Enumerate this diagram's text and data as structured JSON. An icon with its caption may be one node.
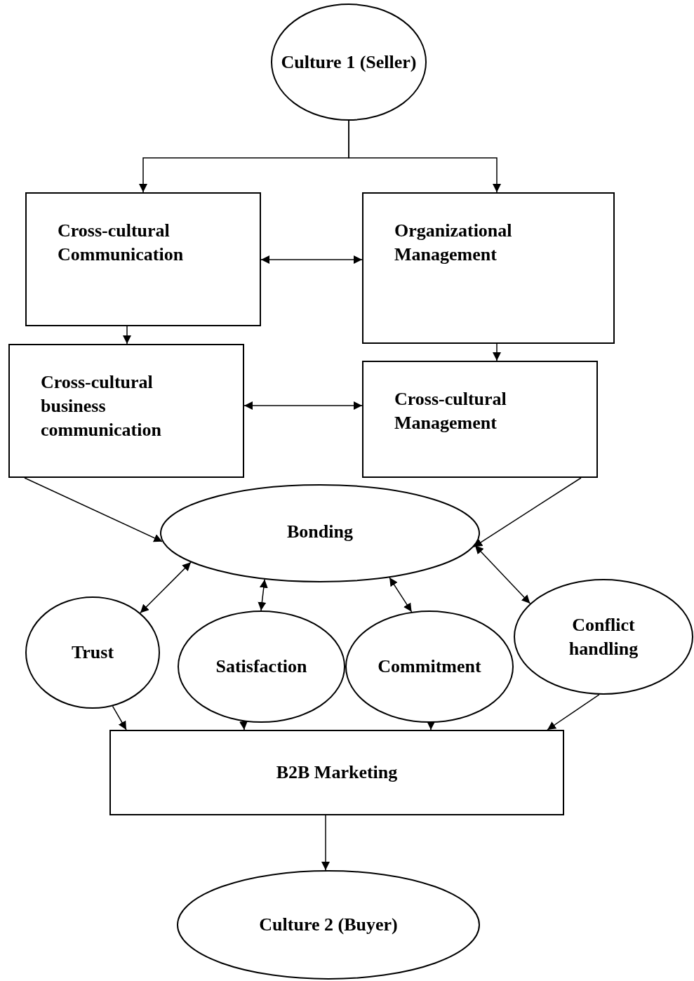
{
  "diagram": {
    "nodes": [
      {
        "text": [
          "Culture 1 (Seller)"
        ]
      },
      {
        "text": [
          "Cross-cultural Communication"
        ]
      },
      {
        "text": [
          "Organizational Management"
        ]
      },
      {
        "text": [
          "Cross-cultural business communication"
        ]
      },
      {
        "text": [
          "Cross-cultural Management"
        ]
      },
      {
        "text": [
          "Bonding"
        ]
      },
      {
        "text": [
          "Trust"
        ]
      },
      {
        "text": [
          "Satisfaction"
        ]
      },
      {
        "text": [
          "Commitment"
        ]
      },
      {
        "text": [
          "Conflict handling"
        ]
      },
      {
        "text": [
          "B2B Marketing"
        ]
      },
      {
        "text": [
          "Culture 2 (Buyer)"
        ]
      }
    ],
    "edges": [
      {
        "from": 0,
        "to": 1,
        "arrow": "to"
      },
      {
        "from": 0,
        "to": 2,
        "arrow": "to"
      },
      {
        "from": 1,
        "to": 2,
        "arrow": "both"
      },
      {
        "from": 1,
        "to": 3,
        "arrow": "to"
      },
      {
        "from": 2,
        "to": 4,
        "arrow": "to"
      },
      {
        "from": 3,
        "to": 4,
        "arrow": "both"
      },
      {
        "from": 3,
        "to": 5,
        "arrow": "to"
      },
      {
        "from": 4,
        "to": 5,
        "arrow": "to"
      },
      {
        "from": 5,
        "to": 6,
        "arrow": "both"
      },
      {
        "from": 5,
        "to": 7,
        "arrow": "both"
      },
      {
        "from": 5,
        "to": 8,
        "arrow": "both"
      },
      {
        "from": 5,
        "to": 9,
        "arrow": "both"
      },
      {
        "from": 6,
        "to": 10,
        "arrow": "to"
      },
      {
        "from": 7,
        "to": 10,
        "arrow": "to"
      },
      {
        "from": 8,
        "to": 10,
        "arrow": "to"
      },
      {
        "from": 9,
        "to": 10,
        "arrow": "to"
      },
      {
        "from": 10,
        "to": 11,
        "arrow": "to"
      }
    ]
  }
}
